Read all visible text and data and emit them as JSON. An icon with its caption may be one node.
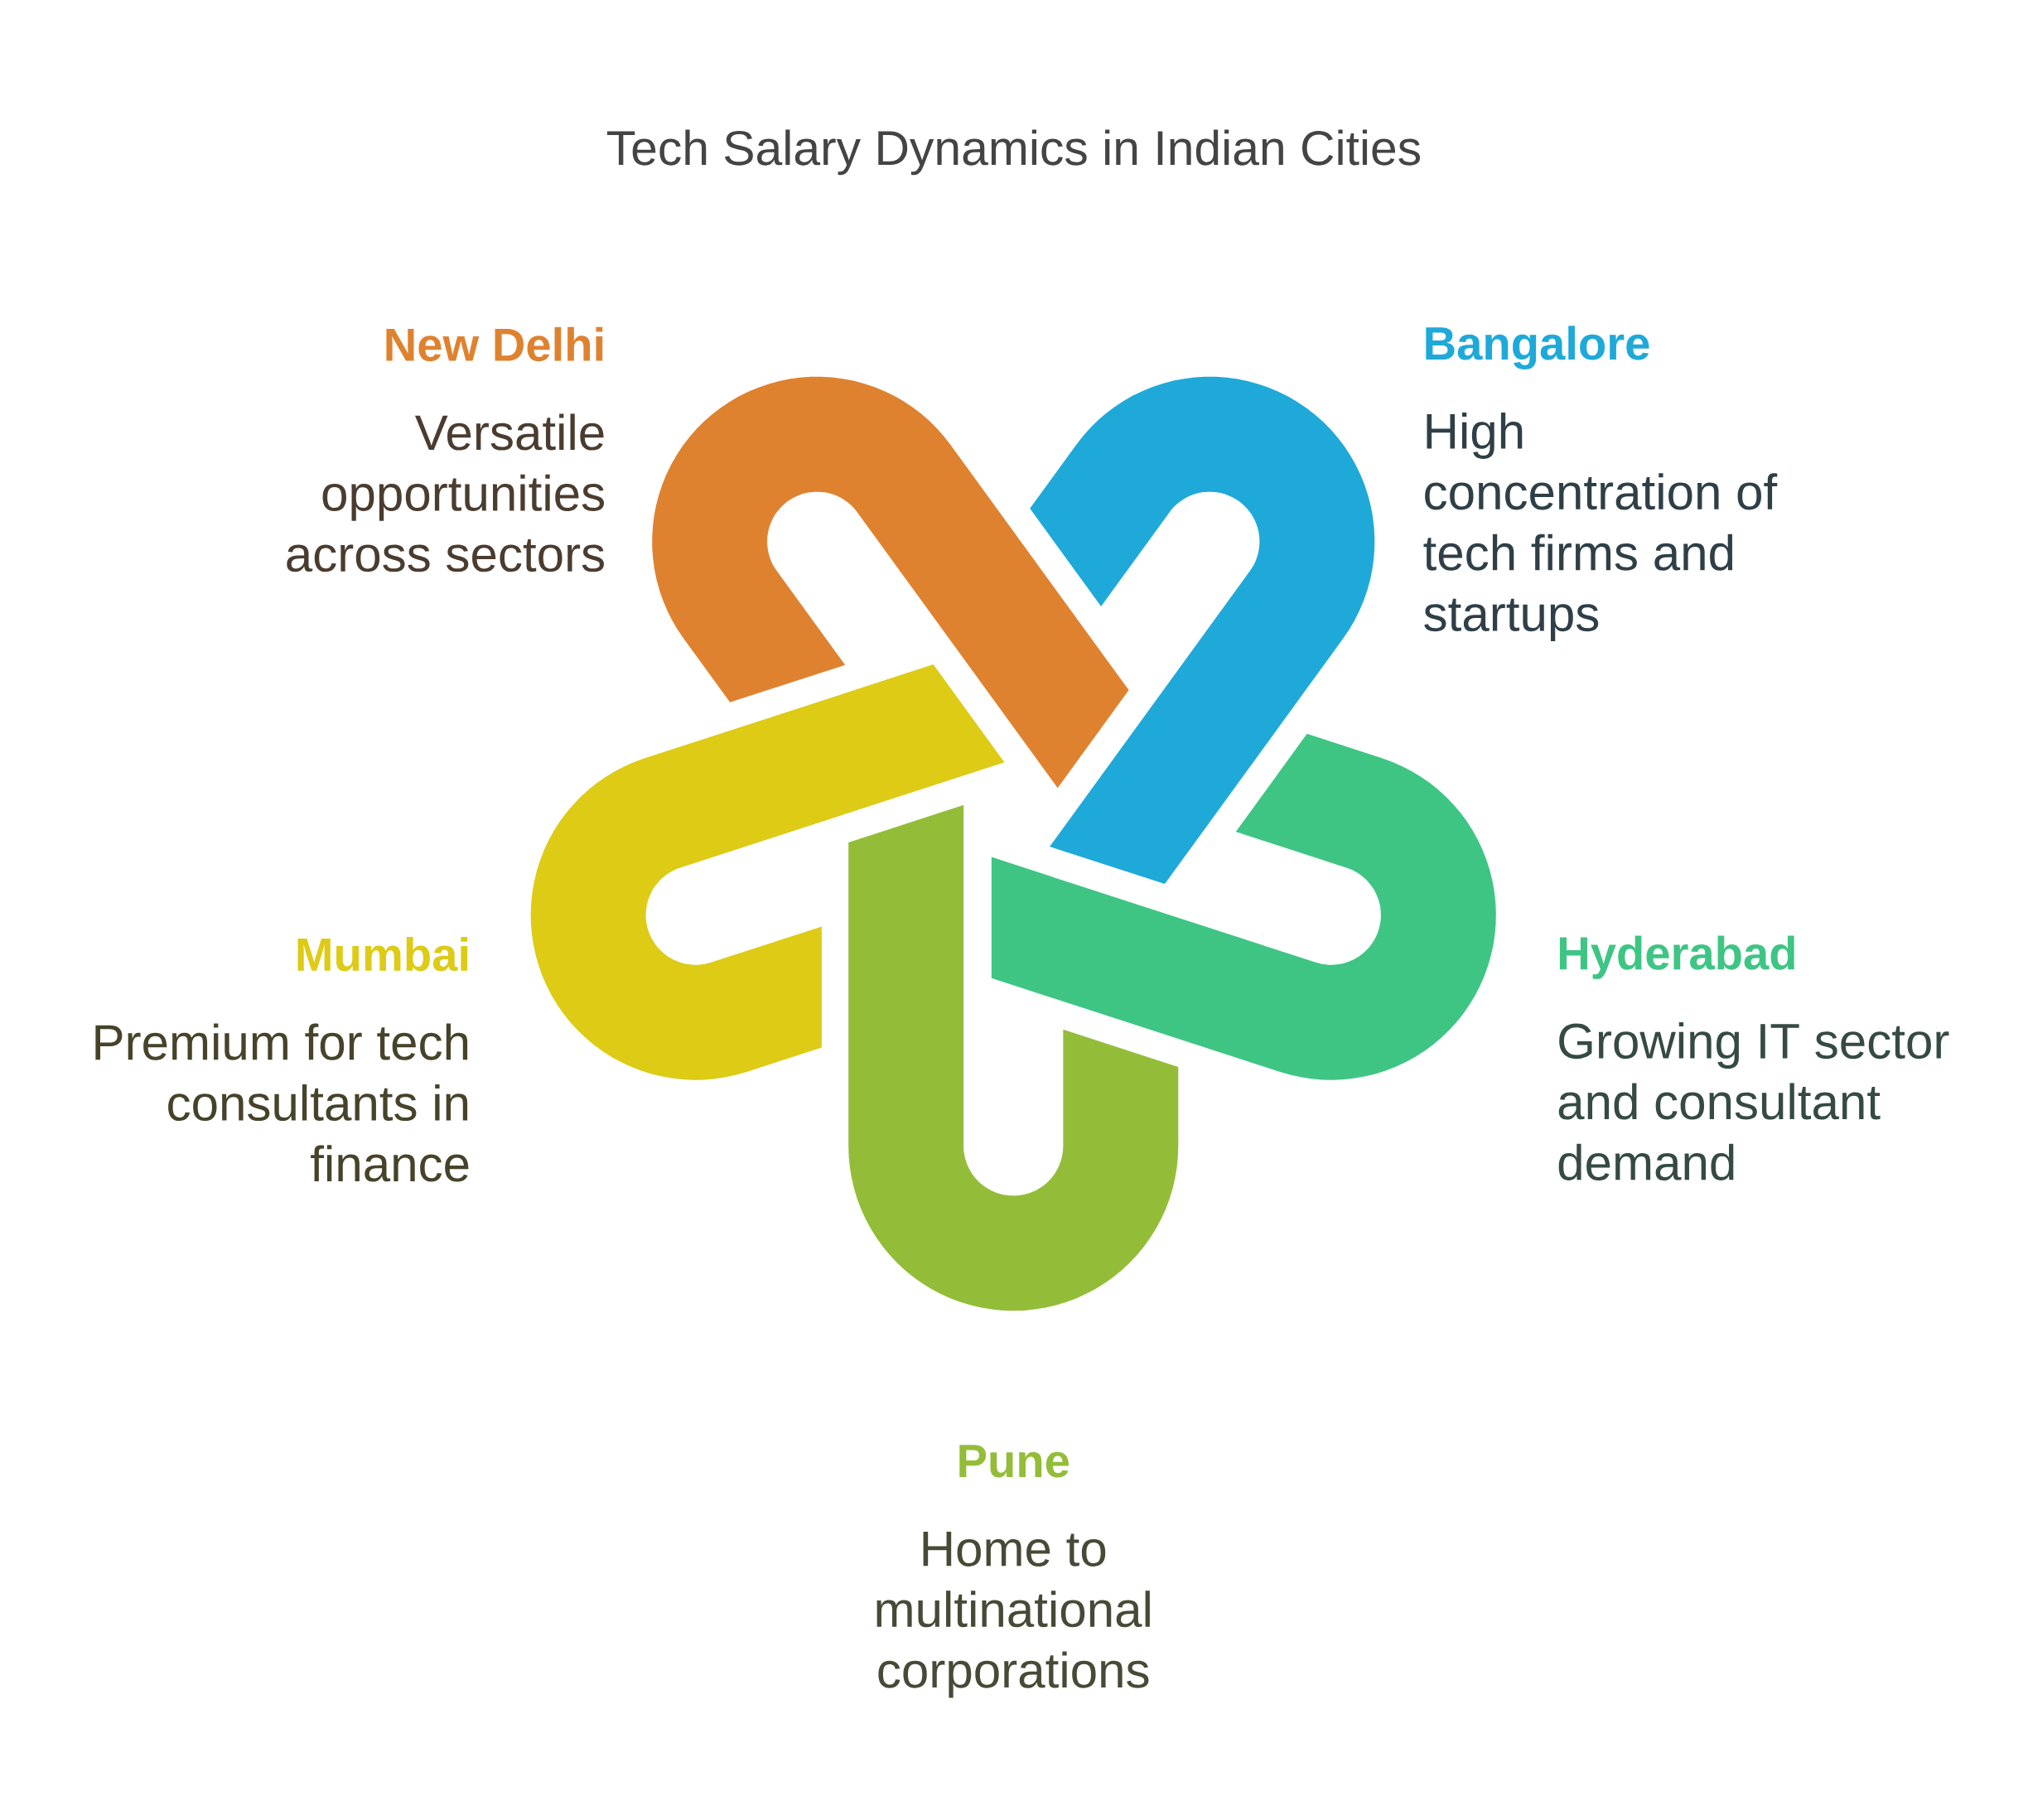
{
  "diagram": {
    "title": "Tech Salary Dynamics in Indian Cities",
    "nodes": [
      {
        "text": [
          "New Delhi",
          "Versatile opportunities across sectors"
        ]
      },
      {
        "text": [
          "Bangalore",
          "High concentration of tech firms and startups"
        ]
      },
      {
        "text": [
          "Mumbai",
          "Premium for tech consultants in finance"
        ]
      },
      {
        "text": [
          "Hyderabad",
          "Growing IT sector and consultant demand"
        ]
      },
      {
        "text": [
          "Pune",
          "Home to multinational corporations"
        ]
      },
      {
        "text": [],
        "shape": "band"
      },
      {
        "text": [],
        "shape": "band"
      },
      {
        "text": [],
        "shape": "band"
      },
      {
        "text": [],
        "shape": "band"
      },
      {
        "text": [],
        "shape": "band"
      }
    ]
  }
}
